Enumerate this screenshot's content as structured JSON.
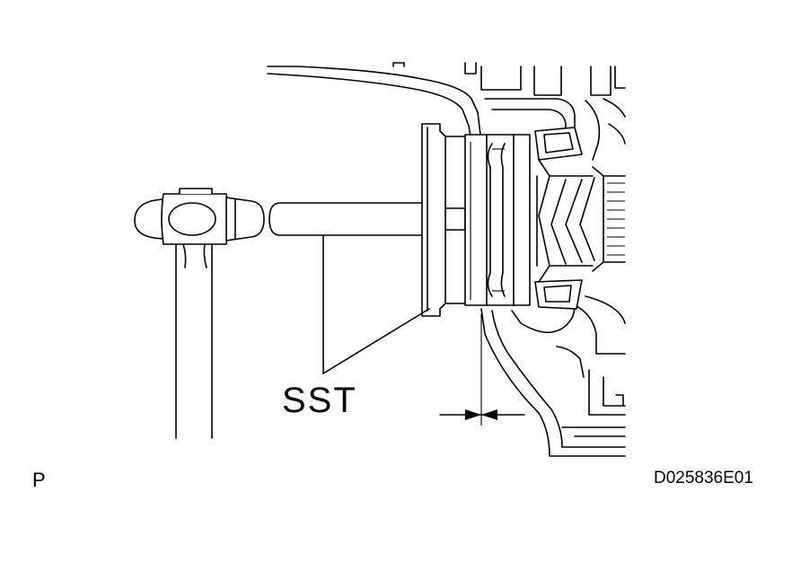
{
  "diagram": {
    "callout_label": "SST",
    "corner_mark": "P",
    "figure_code": "D025836E01"
  },
  "icons": [
    "hammer-icon",
    "special-service-tool",
    "oil-seal",
    "tapered-roller-bearing",
    "dimension-arrow"
  ],
  "colors": {
    "line": "#000000",
    "background": "#ffffff"
  }
}
